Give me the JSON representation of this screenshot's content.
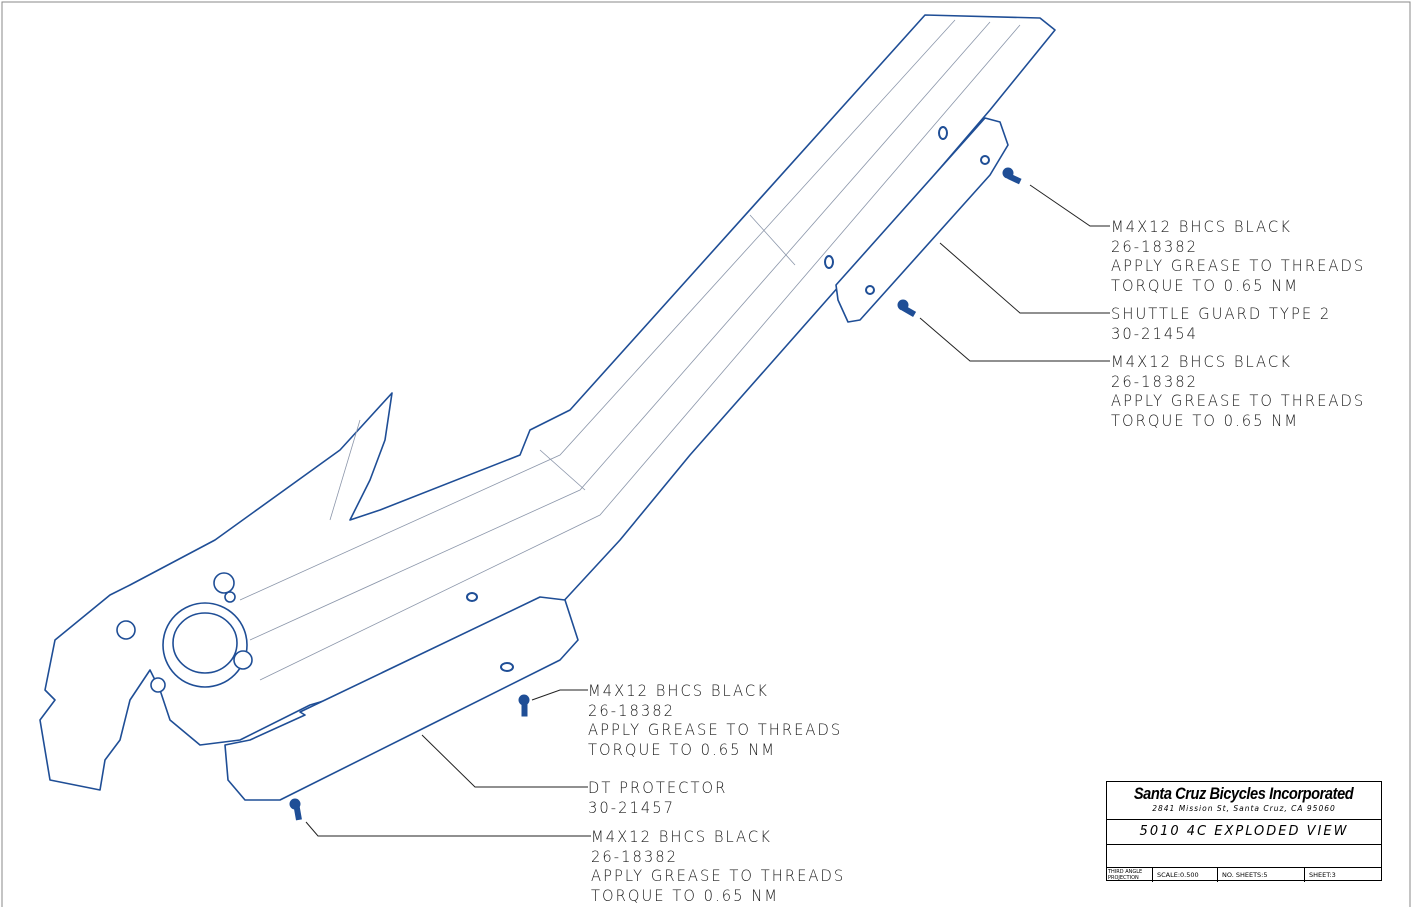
{
  "callouts": [
    {
      "id": "screw-upper-1",
      "lines": [
        "M4X12 BHCS BLACK",
        "26-18382",
        "APPLY GREASE TO THREADS",
        "TORQUE TO 0.65 NM"
      ]
    },
    {
      "id": "shuttle-guard",
      "lines": [
        "SHUTTLE GUARD TYPE 2",
        "30-21454"
      ]
    },
    {
      "id": "screw-upper-2",
      "lines": [
        "M4X12 BHCS BLACK",
        "26-18382",
        "APPLY GREASE TO THREADS",
        "TORQUE TO 0.65 NM"
      ]
    },
    {
      "id": "screw-lower-1",
      "lines": [
        "M4X12 BHCS BLACK",
        "26-18382",
        "APPLY GREASE TO THREADS",
        "TORQUE TO 0.65 NM"
      ]
    },
    {
      "id": "dt-protector",
      "lines": [
        "DT PROTECTOR",
        "30-21457"
      ]
    },
    {
      "id": "screw-lower-2",
      "lines": [
        "M4X12 BHCS BLACK",
        "26-18382",
        "APPLY GREASE TO THREADS",
        "TORQUE TO 0.65 NM"
      ]
    }
  ],
  "title_block": {
    "company": "Santa Cruz Bicycles Incorporated",
    "address": "2841 Mission St, Santa Cruz, CA 95060",
    "drawing_title": "5010 4C EXPLODED VIEW",
    "projection": "THIRD ANGLE PROJECTION",
    "scale": "SCALE:0.500",
    "sheets": "NO. SHEETS:5",
    "sheet": "SHEET:3"
  },
  "colors": {
    "part_outline": "#1f4e96",
    "line": "#222222",
    "fill": "#ffffff"
  }
}
